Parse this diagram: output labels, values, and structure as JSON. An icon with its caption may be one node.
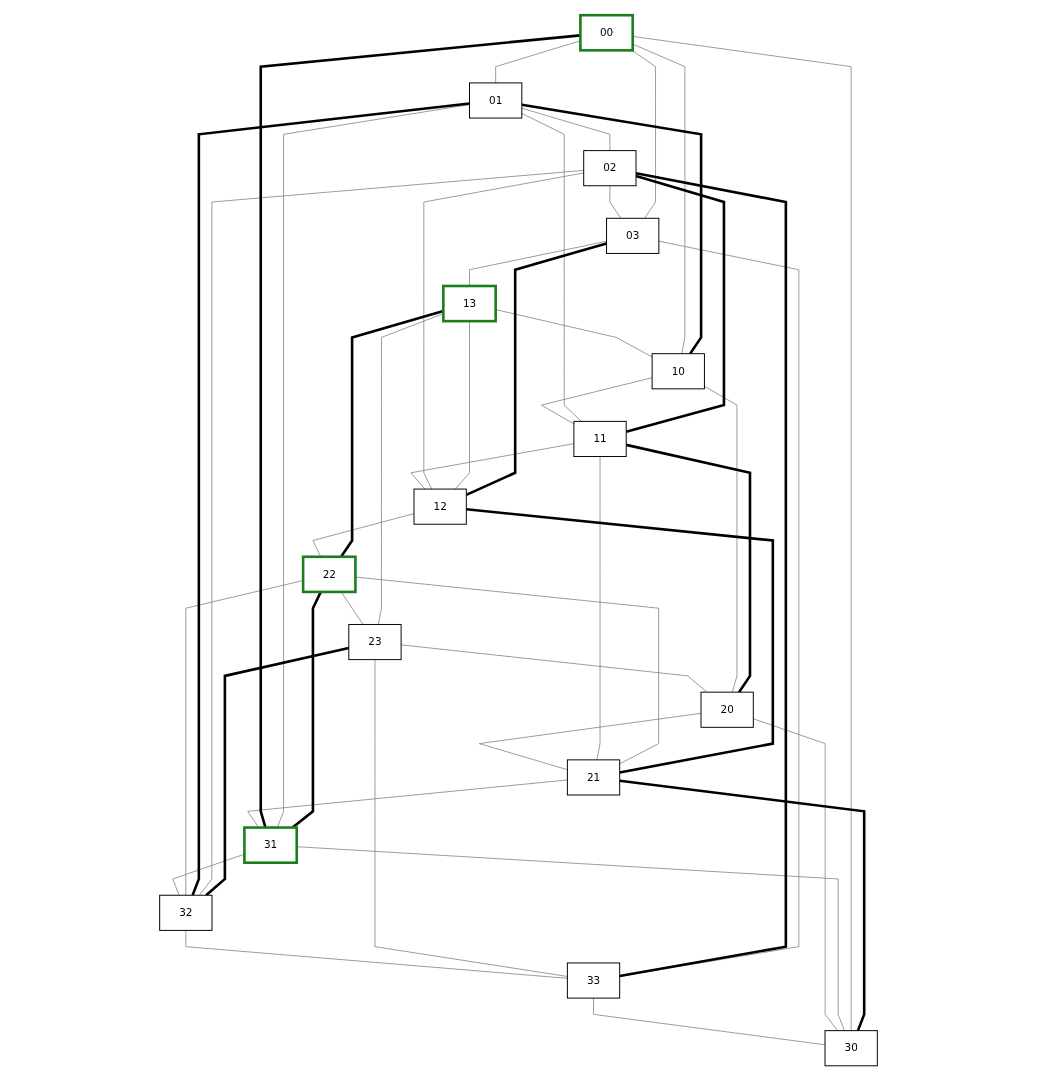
{
  "diagram": {
    "nodes": [
      {
        "text": [
          "00"
        ]
      },
      {
        "text": [
          "01"
        ]
      },
      {
        "text": [
          "02"
        ]
      },
      {
        "text": [
          "03"
        ]
      },
      {
        "text": [
          "10"
        ]
      },
      {
        "text": [
          "11"
        ]
      },
      {
        "text": [
          "12"
        ]
      },
      {
        "text": [
          "13"
        ]
      },
      {
        "text": [
          "20"
        ]
      },
      {
        "text": [
          "21"
        ]
      },
      {
        "text": [
          "22"
        ]
      },
      {
        "text": [
          "23"
        ]
      },
      {
        "text": [
          "30"
        ]
      },
      {
        "text": [
          "31"
        ]
      },
      {
        "text": [
          "32"
        ]
      },
      {
        "text": [
          "33"
        ]
      }
    ],
    "edges": [
      {
        "from": 0,
        "to": 1,
        "arrow": "none"
      },
      {
        "from": 1,
        "to": 2,
        "arrow": "none"
      },
      {
        "from": 2,
        "to": 3,
        "arrow": "none"
      },
      {
        "from": 3,
        "to": 0,
        "arrow": "none"
      },
      {
        "from": 4,
        "to": 5,
        "arrow": "none"
      },
      {
        "from": 5,
        "to": 6,
        "arrow": "none"
      },
      {
        "from": 6,
        "to": 7,
        "arrow": "none"
      },
      {
        "from": 7,
        "to": 4,
        "arrow": "none"
      },
      {
        "from": 8,
        "to": 9,
        "arrow": "none"
      },
      {
        "from": 9,
        "to": 10,
        "arrow": "none"
      },
      {
        "from": 10,
        "to": 11,
        "arrow": "none"
      },
      {
        "from": 11,
        "to": 8,
        "arrow": "none"
      },
      {
        "from": 12,
        "to": 13,
        "arrow": "none"
      },
      {
        "from": 13,
        "to": 14,
        "arrow": "none"
      },
      {
        "from": 14,
        "to": 15,
        "arrow": "none"
      },
      {
        "from": 15,
        "to": 12,
        "arrow": "none"
      },
      {
        "from": 0,
        "to": 4,
        "arrow": "none"
      },
      {
        "from": 4,
        "to": 8,
        "arrow": "none"
      },
      {
        "from": 8,
        "to": 12,
        "arrow": "none"
      },
      {
        "from": 12,
        "to": 0,
        "arrow": "none"
      },
      {
        "from": 1,
        "to": 5,
        "arrow": "none"
      },
      {
        "from": 5,
        "to": 9,
        "arrow": "none"
      },
      {
        "from": 9,
        "to": 13,
        "arrow": "none"
      },
      {
        "from": 13,
        "to": 1,
        "arrow": "none"
      },
      {
        "from": 2,
        "to": 6,
        "arrow": "none"
      },
      {
        "from": 6,
        "to": 10,
        "arrow": "none"
      },
      {
        "from": 10,
        "to": 14,
        "arrow": "none"
      },
      {
        "from": 14,
        "to": 2,
        "arrow": "none"
      },
      {
        "from": 3,
        "to": 7,
        "arrow": "none"
      },
      {
        "from": 7,
        "to": 11,
        "arrow": "none"
      },
      {
        "from": 11,
        "to": 15,
        "arrow": "none"
      },
      {
        "from": 15,
        "to": 3,
        "arrow": "none"
      },
      {
        "from": 0,
        "to": 13,
        "arrow": "none",
        "style": "thick",
        "color": "#000000"
      },
      {
        "from": 13,
        "to": 10,
        "arrow": "none",
        "style": "thick",
        "color": "#000000"
      },
      {
        "from": 10,
        "to": 7,
        "arrow": "none",
        "style": "thick",
        "color": "#000000"
      },
      {
        "from": 4,
        "to": 1,
        "arrow": "none",
        "style": "thick",
        "color": "#000000"
      },
      {
        "from": 1,
        "to": 14,
        "arrow": "none",
        "style": "thick",
        "color": "#000000"
      },
      {
        "from": 14,
        "to": 11,
        "arrow": "none",
        "style": "thick",
        "color": "#000000"
      },
      {
        "from": 8,
        "to": 5,
        "arrow": "none",
        "style": "thick",
        "color": "#000000"
      },
      {
        "from": 5,
        "to": 2,
        "arrow": "none",
        "style": "thick",
        "color": "#000000"
      },
      {
        "from": 2,
        "to": 15,
        "arrow": "none",
        "style": "thick",
        "color": "#000000"
      },
      {
        "from": 12,
        "to": 9,
        "arrow": "none",
        "style": "thick",
        "color": "#000000"
      },
      {
        "from": 9,
        "to": 6,
        "arrow": "none",
        "style": "thick",
        "color": "#000000"
      },
      {
        "from": 6,
        "to": 3,
        "arrow": "none",
        "style": "thick",
        "color": "#000000"
      }
    ]
  }
}
